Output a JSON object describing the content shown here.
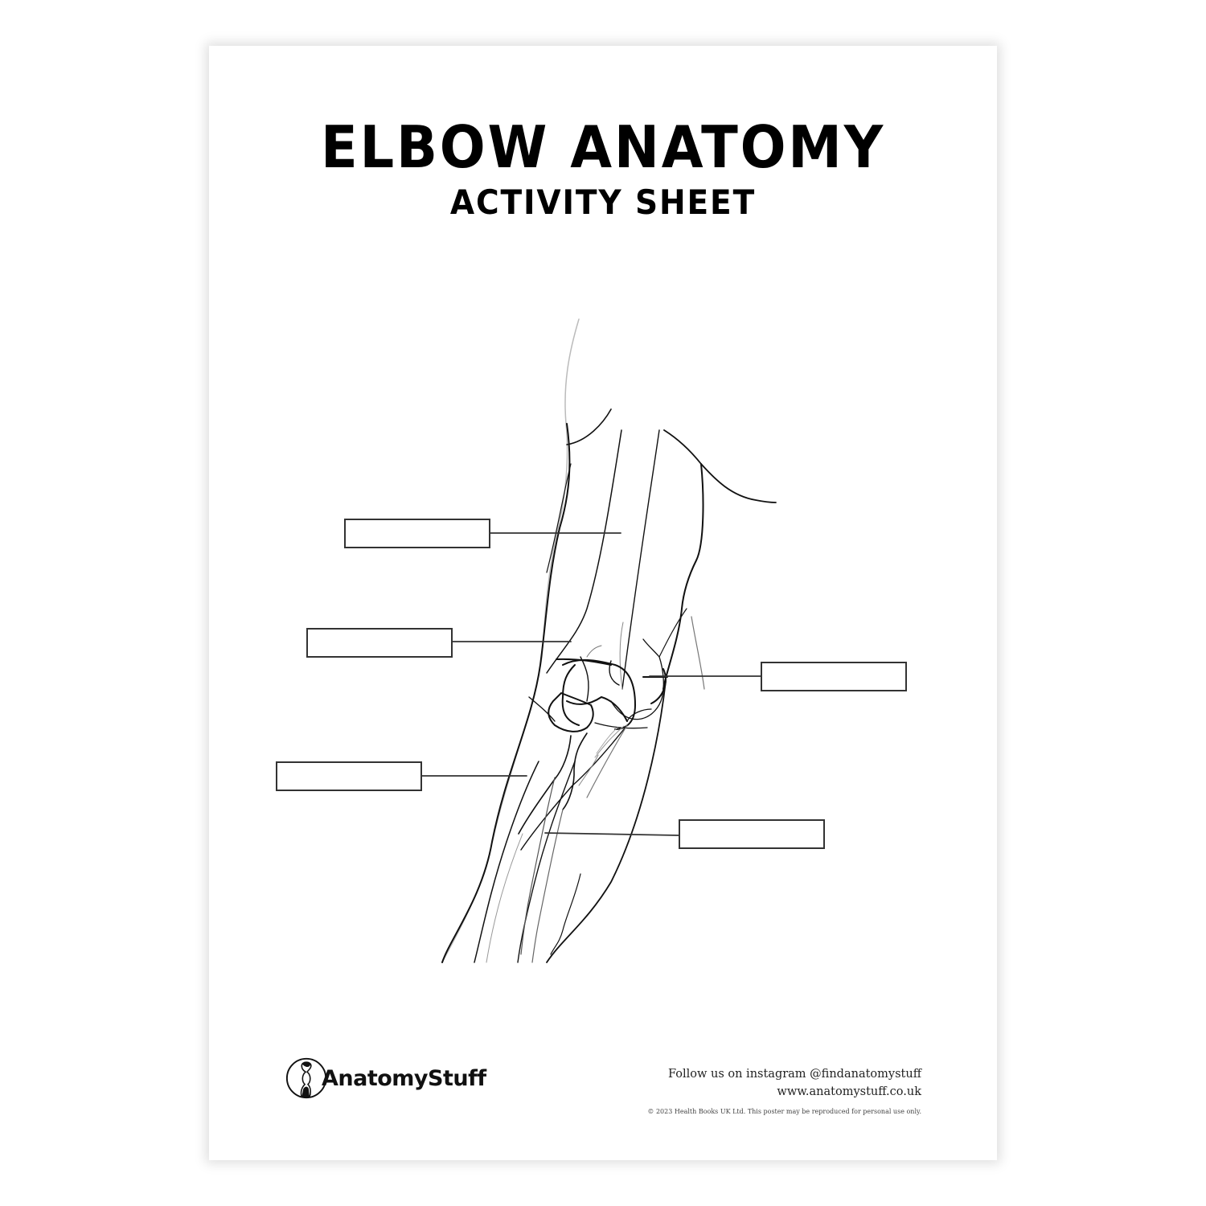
{
  "document": {
    "title": "ELBOW ANATOMY",
    "subtitle": "ACTIVITY SHEET"
  },
  "label_boxes": [
    {
      "id": "label-1",
      "side": "left",
      "value": ""
    },
    {
      "id": "label-2",
      "side": "left",
      "value": ""
    },
    {
      "id": "label-3",
      "side": "right",
      "value": ""
    },
    {
      "id": "label-4",
      "side": "left",
      "value": ""
    },
    {
      "id": "label-5",
      "side": "right",
      "value": ""
    }
  ],
  "footer": {
    "brand": "AnatomyStuff",
    "logo_icon": "anatomy-figure-circle-icon",
    "instagram": "Follow us on instagram @findanatomystuff",
    "website": "www.anatomystuff.co.uk",
    "copyright": "© 2023 Health Books UK Ltd. This poster may be reproduced for personal use only."
  },
  "colors": {
    "ink": "#000000",
    "box_border": "#333333",
    "page_bg": "#ffffff"
  }
}
